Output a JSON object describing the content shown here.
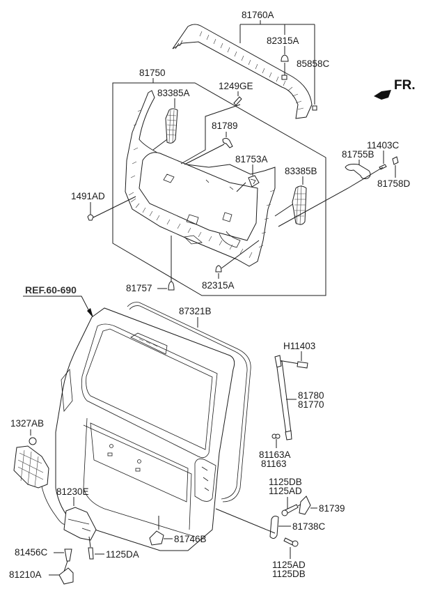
{
  "diagram": {
    "title": "Tail Gate Trim & Tail Gate Assembly",
    "direction_indicator": "FR.",
    "reference": "REF.60-690",
    "labels": {
      "p81760A": "81760A",
      "p82315A_top": "82315A",
      "p85858C": "85858C",
      "p81750": "81750",
      "p83385A": "83385A",
      "p1249GE": "1249GE",
      "p81789": "81789",
      "p81753A": "81753A",
      "p83385B": "83385B",
      "p11403C": "11403C",
      "p81755B": "81755B",
      "p81758D": "81758D",
      "p1491AD": "1491AD",
      "p81757": "81757",
      "p82315A_bottom": "82315A",
      "p87321B": "87321B",
      "pH11403": "H11403",
      "p81780": "81780",
      "p81770": "81770",
      "p81163A": "81163A",
      "p81163": "81163",
      "p1327AB": "1327AB",
      "p81230E": "81230E",
      "p1125DB_top": "1125DB",
      "p1125AD_top": "1125AD",
      "p81739": "81739",
      "p81738C": "81738C",
      "p81746B": "81746B",
      "p81456C": "81456C",
      "p1125DA": "1125DA",
      "p1125AD_bottom": "1125AD",
      "p1125DB_bottom": "1125DB",
      "p81210A": "81210A"
    }
  }
}
